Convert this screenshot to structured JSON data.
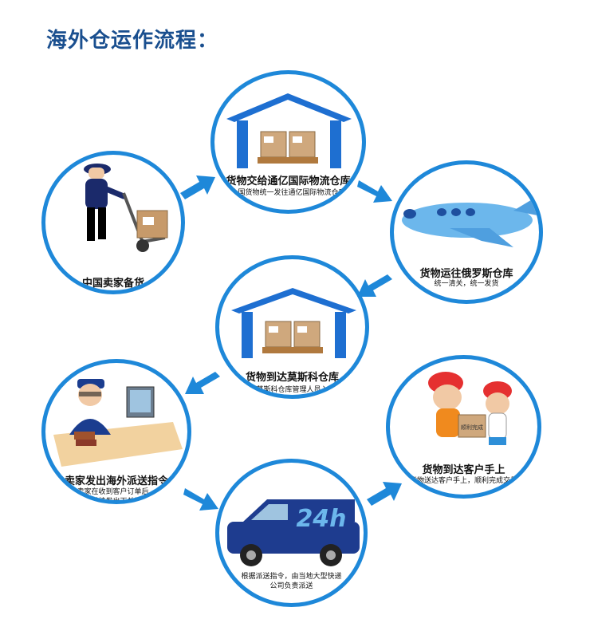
{
  "title": "海外仓运作流程：",
  "steps": [
    {
      "label": "中国卖家备货",
      "sub": ""
    },
    {
      "label": "货物交给通亿国际物流仓库",
      "sub": "全国货物统一发往通亿国际物流仓库"
    },
    {
      "label": "货物运往俄罗斯仓库",
      "sub": "统一清关，统一发货"
    },
    {
      "label": "货物到达莫斯科仓库",
      "sub": "由莫斯科仓库管理人员入库"
    },
    {
      "label": "卖家发出海外派送指令",
      "sub1": "卖家在收到客户订单后，",
      "sub2": "在系统发出下单指定"
    },
    {
      "label": "",
      "sub1": "根据派送指令，由当地大型快递",
      "sub2": "公司负责派送",
      "van_text": "24h"
    },
    {
      "label": "货物到达客户手上",
      "sub": "货物送达客户手上，顺利完成交易",
      "box_text": "顺利完成"
    }
  ],
  "colors": {
    "ring": "#1e88d9",
    "title": "#1a4f8f",
    "arrow": "#1e88d9"
  }
}
